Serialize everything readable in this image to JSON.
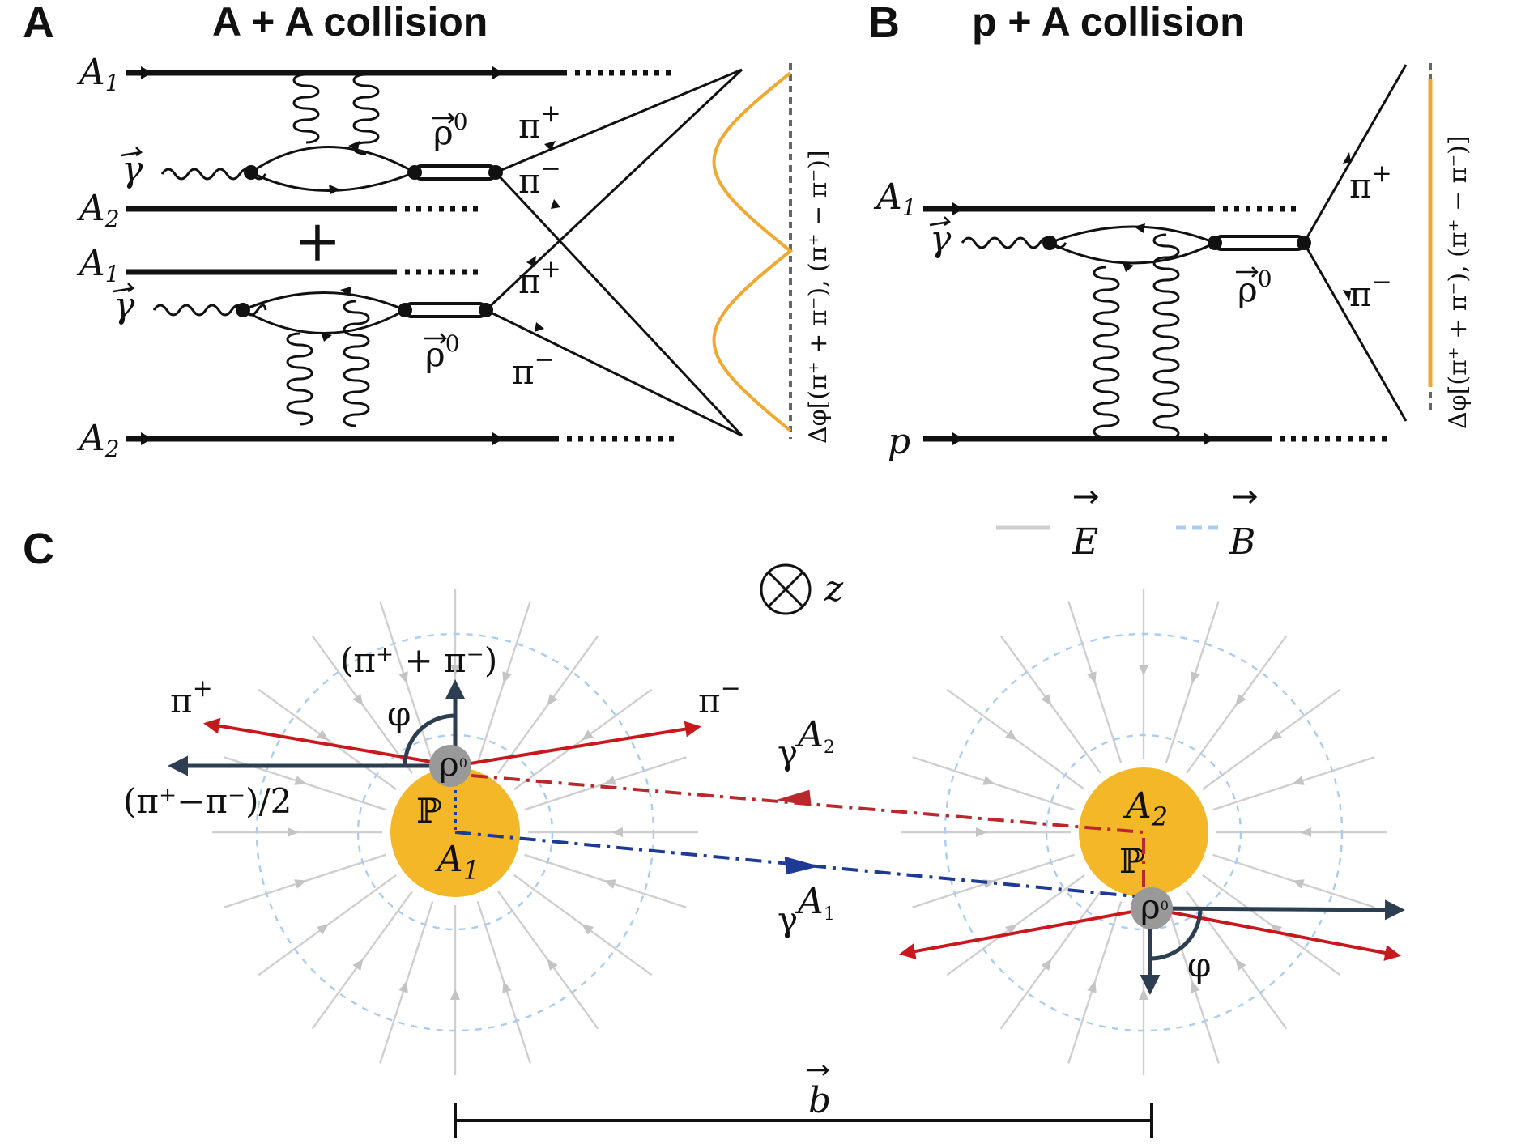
{
  "panels": {
    "a": {
      "letter": "A",
      "title": "A + A collision"
    },
    "b": {
      "letter": "B",
      "title": "p + A collision"
    },
    "c": {
      "letter": "C"
    }
  },
  "labels": {
    "A1": "A",
    "A2": "A",
    "sub1": "1",
    "sub2": "2",
    "p": "p",
    "gamma": "γ",
    "rho": "ρ",
    "rho_sup": "0",
    "pi_plus": "π",
    "pi_minus": "π",
    "plus_sup": "+",
    "minus_sup": "−",
    "plus_sign": "+",
    "rotated_axis": "Δφ[(π⁺ + π⁻), (π⁺ − π⁻)]"
  },
  "legend": {
    "e": "E",
    "b": "B"
  },
  "panel_c": {
    "z_label": "z",
    "sum_label": "(π⁺ + π⁻)",
    "diff_label": "(π⁺−π⁻)/2",
    "phi": "φ",
    "pomeron": "ℙ",
    "gamma_A1": "γ",
    "gamma_A2": "γ",
    "sup_A": "A",
    "impact": "b"
  },
  "colors": {
    "nucleus": "#f3b727",
    "gamma_A2_line": "#b8292d",
    "gamma_A1_line": "#1f3a93",
    "pion_arrows": "#c8181e",
    "axis_arrows": "#2c3e50",
    "e_field": "#cfcfcf",
    "b_field": "#a9cdf0",
    "modulation": "#f0a830"
  }
}
